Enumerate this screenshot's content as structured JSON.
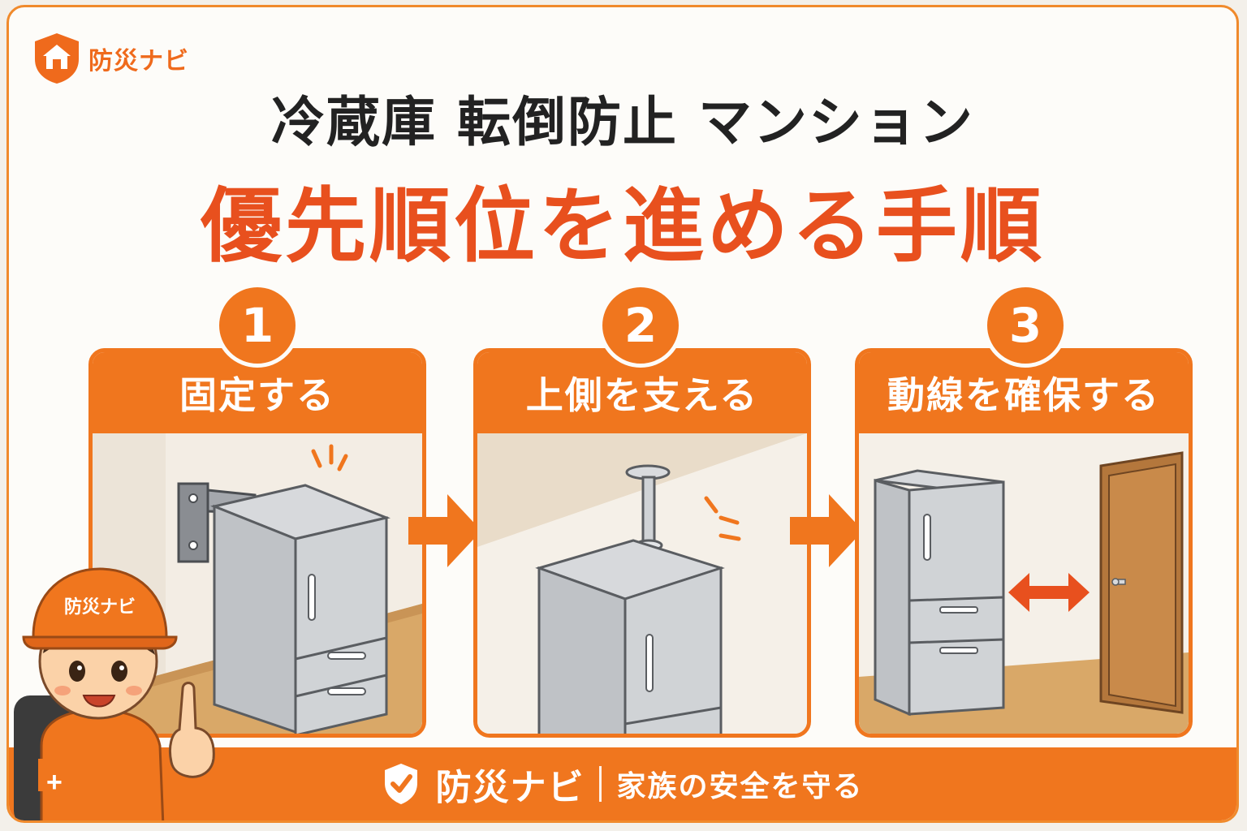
{
  "brand": {
    "name": "防災ナビ"
  },
  "title": {
    "line1": "冷蔵庫 転倒防止 マンション",
    "line2": "優先順位を進める手順"
  },
  "steps": [
    {
      "number": "1",
      "label": "固定する"
    },
    {
      "number": "2",
      "label": "上側を支える"
    },
    {
      "number": "3",
      "label": "動線を確保する"
    }
  ],
  "mascot": {
    "helmet_text": "防災ナビ"
  },
  "footer": {
    "brand": "防災ナビ",
    "slogan": "家族の安全を守る"
  },
  "colors": {
    "accent": "#f0761e",
    "title_red": "#e8501e",
    "text_dark": "#222222"
  }
}
